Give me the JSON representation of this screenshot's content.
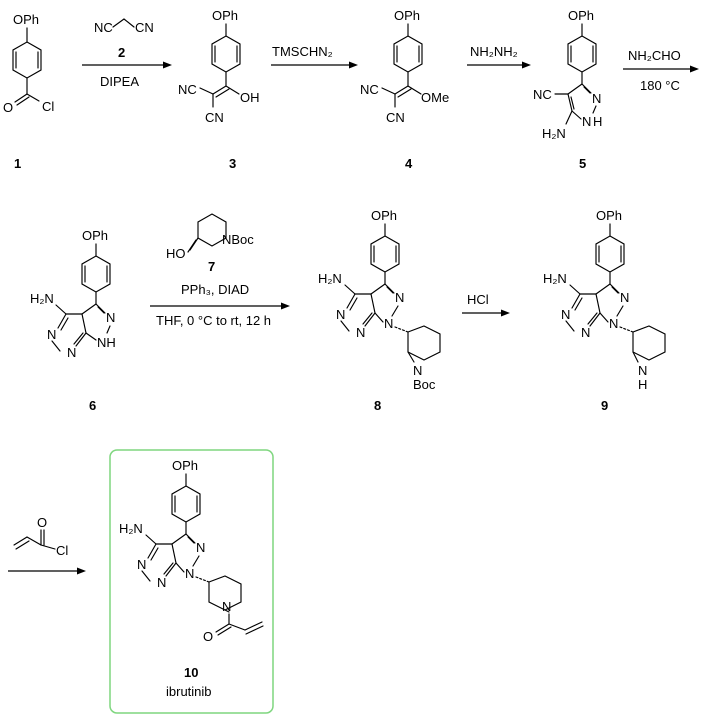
{
  "compounds": {
    "c1": {
      "number": "1"
    },
    "c3": {
      "number": "3"
    },
    "c4": {
      "number": "4"
    },
    "c5": {
      "number": "5"
    },
    "c6": {
      "number": "6"
    },
    "c8": {
      "number": "8"
    },
    "c9": {
      "number": "9"
    },
    "c10": {
      "number": "10",
      "name": "ibrutinib"
    }
  },
  "steps": {
    "s1": {
      "reagent_number": "2",
      "below": "DIPEA"
    },
    "s2": {
      "above": "TMSCHN₂"
    },
    "s3": {
      "above": "NH₂NH₂"
    },
    "s4": {
      "above": "NH₂CHO",
      "below": "180 °C"
    },
    "s5": {
      "reagent_number": "7",
      "line1": "PPh₃, DIAD",
      "line2": "THF, 0 °C to rt, 12 h"
    },
    "s6": {
      "above": "HCl"
    }
  },
  "atoms": {
    "OPh": "OPh",
    "Cl": "Cl",
    "O": "O",
    "OH": "OH",
    "OMe": "OMe",
    "NC": "NC",
    "CN": "CN",
    "N": "N",
    "H2N": "H₂N",
    "NH2": "NH₂",
    "NH": "NH",
    "H": "H",
    "HO": "HO",
    "NBoc": "NBoc",
    "Boc": "Boc"
  },
  "colors": {
    "highlight_box": "#7fd67f"
  }
}
